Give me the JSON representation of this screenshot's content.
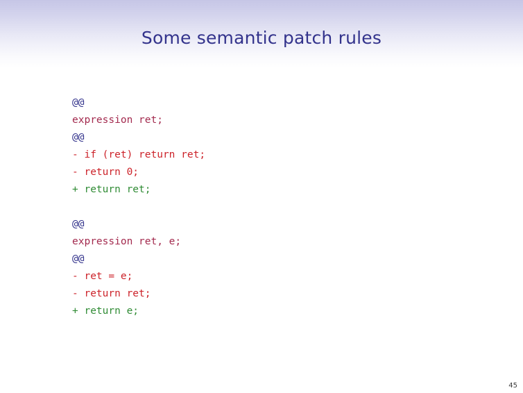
{
  "slide": {
    "title": "Some semantic patch rules",
    "page_number": "45",
    "colors": {
      "title": "#33338c",
      "meta": "#33338c",
      "declaration": "#a32a4e",
      "removed": "#cc2229",
      "added": "#2f8b34",
      "band_top": "#c6c6e6",
      "background": "#ffffff"
    }
  },
  "code_blocks": [
    {
      "id": "semantic-patch-rule-1",
      "lines": [
        {
          "kind": "meta",
          "text": "@@"
        },
        {
          "kind": "declaration",
          "text": "expression ret;"
        },
        {
          "kind": "meta",
          "text": "@@"
        },
        {
          "kind": "removed",
          "text": "- if (ret) return ret;"
        },
        {
          "kind": "removed",
          "text": "- return 0;"
        },
        {
          "kind": "added",
          "text": "+ return ret;"
        }
      ]
    },
    {
      "id": "semantic-patch-rule-2",
      "lines": [
        {
          "kind": "meta",
          "text": "@@"
        },
        {
          "kind": "declaration",
          "text": "expression ret, e;"
        },
        {
          "kind": "meta",
          "text": "@@"
        },
        {
          "kind": "removed",
          "text": "- ret = e;"
        },
        {
          "kind": "removed",
          "text": "- return ret;"
        },
        {
          "kind": "added",
          "text": "+ return e;"
        }
      ]
    }
  ]
}
